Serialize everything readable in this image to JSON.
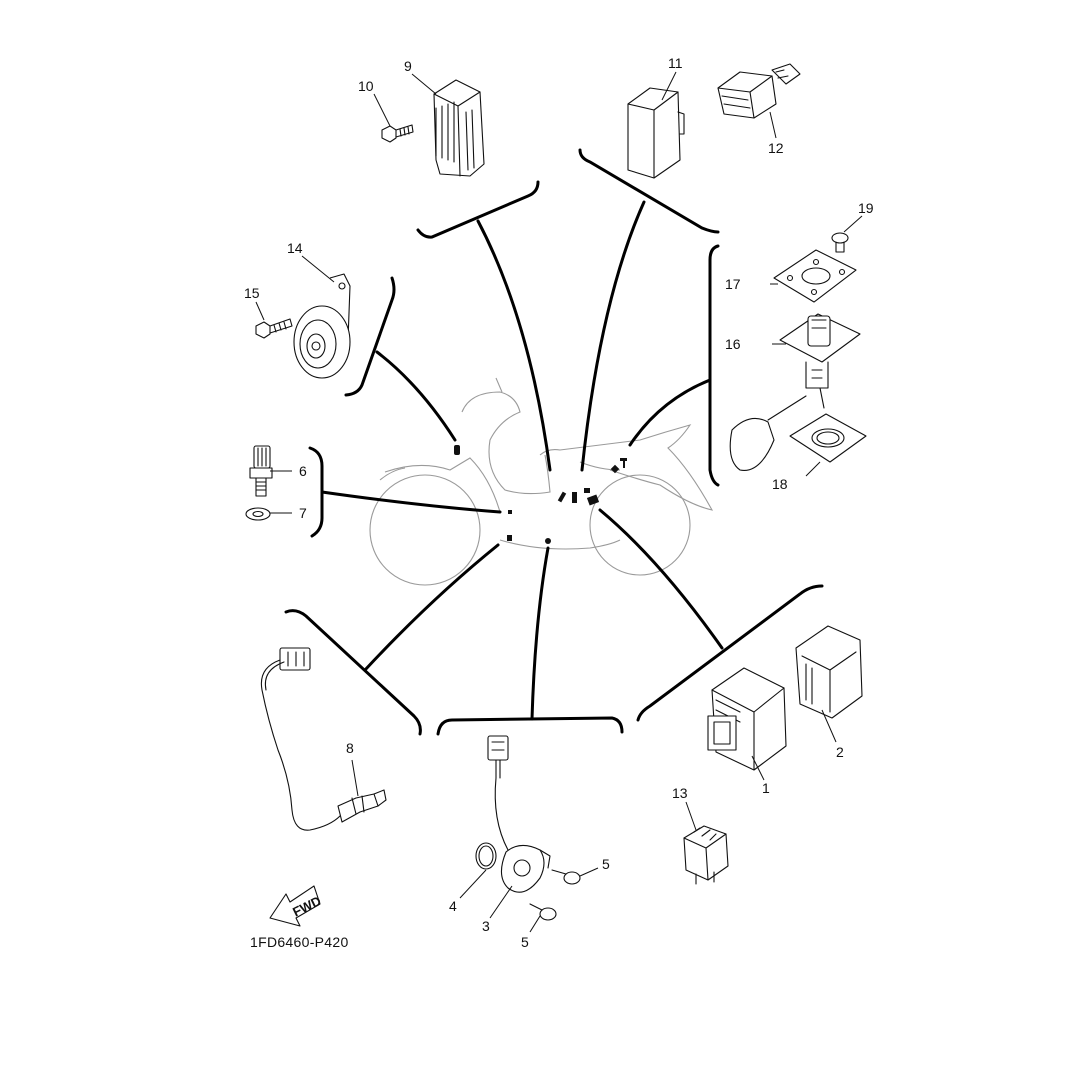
{
  "diagram_code": "1FD6460-P420",
  "fwd_label": "FWD",
  "callouts": {
    "c1": "1",
    "c2": "2",
    "c3": "3",
    "c4": "4",
    "c5a": "5",
    "c5b": "5",
    "c6": "6",
    "c7": "7",
    "c8": "8",
    "c9": "9",
    "c10": "10",
    "c11": "11",
    "c12": "12",
    "c13": "13",
    "c14": "14",
    "c15": "15",
    "c16": "16",
    "c17": "17",
    "c18": "18",
    "c19": "19"
  }
}
